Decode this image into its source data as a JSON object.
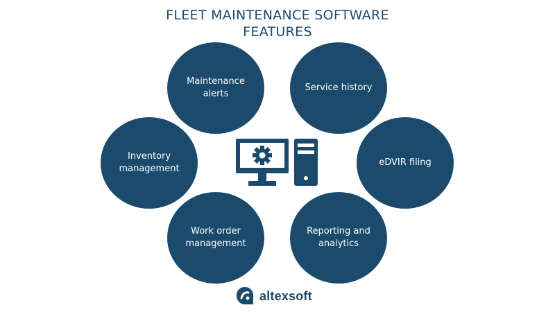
{
  "title": {
    "line1": "FLEET MAINTENANCE SOFTWARE",
    "line2": "FEATURES"
  },
  "features": [
    "Maintenance alerts",
    "Service history",
    "Inventory management",
    "eDVIR filing",
    "Work order management",
    "Reporting and analytics"
  ],
  "logo": {
    "text": "altexsoft"
  },
  "colors": {
    "primary": "#1b4a6d",
    "background": "#ffffff",
    "text_on_primary": "#ffffff"
  },
  "icons": {
    "center": "computer-settings-icon",
    "logo": "altexsoft-logo-icon"
  }
}
